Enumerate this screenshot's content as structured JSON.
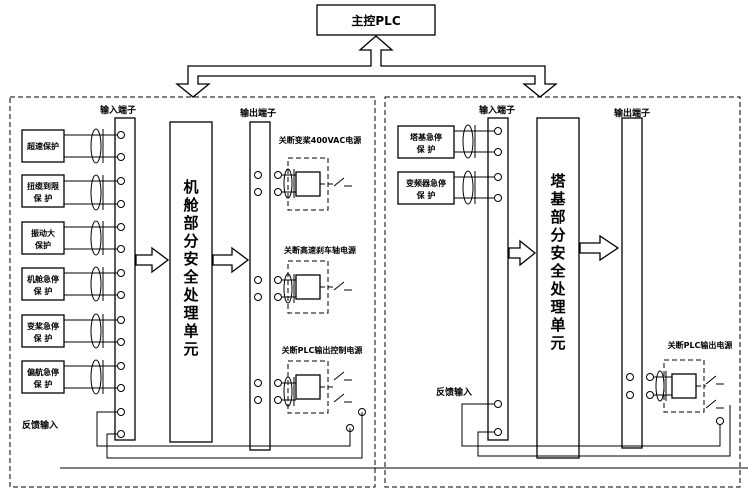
{
  "master_plc": "主控PLC",
  "left_panel": {
    "input_header": "输入端子",
    "output_header": "输出端子",
    "unit_chars": [
      "机",
      "舱",
      "部",
      "分",
      "安",
      "全",
      "处",
      "理",
      "单",
      "元"
    ],
    "protections": [
      {
        "line1": "超速保护",
        "line2": ""
      },
      {
        "line1": "扭缆到限",
        "line2": "保 护"
      },
      {
        "line1": "振动大",
        "line2": "保护"
      },
      {
        "line1": "机舱急停",
        "line2": "保 护"
      },
      {
        "line1": "变桨急停",
        "line2": "保 护"
      },
      {
        "line1": "偏航急停",
        "line2": "保 护"
      }
    ],
    "outputs": [
      "关断变桨400VAC电源",
      "关断高速刹车轴电源",
      "关断PLC输出控制电源"
    ],
    "feedback": "反馈输入"
  },
  "right_panel": {
    "input_header": "输入端子",
    "output_header": "输出端子",
    "unit_chars": [
      "塔",
      "基",
      "部",
      "分",
      "安",
      "全",
      "处",
      "理",
      "单",
      "元"
    ],
    "protections": [
      {
        "line1": "塔基急停",
        "line2": "保 护"
      },
      {
        "line1": "变频器急停",
        "line2": "保 护"
      }
    ],
    "outputs": [
      "关断PLC输出电源"
    ],
    "feedback": "反馈输入"
  }
}
